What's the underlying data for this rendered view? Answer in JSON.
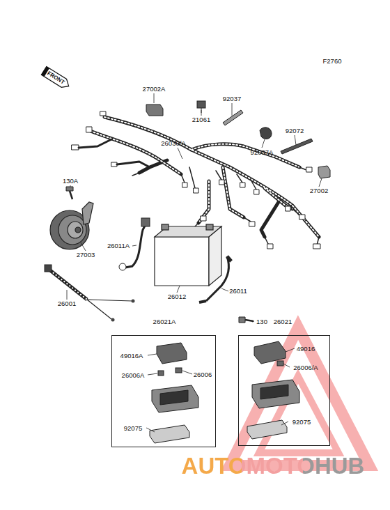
{
  "diagram": {
    "nodes": [
      {
        "text": [
          "26021A",
          "49016A",
          "26006A",
          "26006",
          "92075"
        ]
      },
      {
        "text": [
          "26021",
          "49016",
          "26006/A",
          "92075"
        ]
      }
    ],
    "edges": [],
    "labels": [
      "F2760",
      "FRONT",
      "27002A",
      "21061",
      "92037",
      "26030/A",
      "92037A",
      "92072",
      "27002",
      "130A",
      "27003",
      "26011A",
      "26012",
      "26011",
      "26001",
      "130",
      "AUTOMOTOHUB"
    ]
  }
}
